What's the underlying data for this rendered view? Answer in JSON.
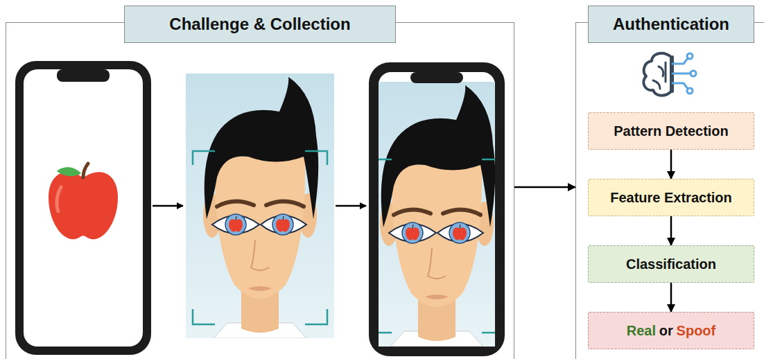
{
  "diagram": {
    "nodes": [
      {
        "text": [
          "Challenge & Collection"
        ]
      },
      {
        "text": [
          "Authentication"
        ]
      },
      {
        "text": [
          "Pattern Detection"
        ],
        "in": 1
      },
      {
        "text": [
          "Feature Extraction"
        ],
        "in": 1
      },
      {
        "text": [
          "Classification"
        ],
        "in": 1
      },
      {
        "text": [
          "Real",
          "or",
          "Spoof"
        ],
        "in": 1
      }
    ],
    "edges": [
      {
        "from": 0,
        "to": 1,
        "arrow": "to"
      },
      {
        "from": 2,
        "to": 3,
        "arrow": "to"
      },
      {
        "from": 3,
        "to": 4,
        "arrow": "to"
      },
      {
        "from": 4,
        "to": 5,
        "arrow": "to"
      }
    ]
  }
}
